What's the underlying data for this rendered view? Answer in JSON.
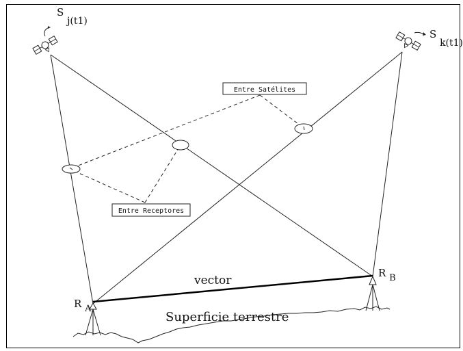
{
  "diagram": {
    "satellite_j": {
      "label": "S",
      "subscript": "j(t1)"
    },
    "satellite_k": {
      "label": "S",
      "subscript": "k(t1)"
    },
    "receiver_a": {
      "label": "R",
      "subscript": "A"
    },
    "receiver_b": {
      "label": "R",
      "subscript": "B"
    },
    "vector_label": "vector",
    "surface_label": "Superficie terrestre",
    "callout_satellites": "Entre Satélites",
    "callout_receivers": "Entre Receptores"
  }
}
